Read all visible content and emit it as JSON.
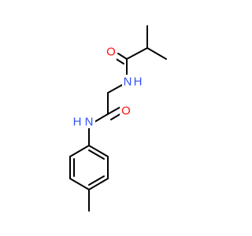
{
  "molecule": {
    "colors": {
      "bond": "#000000",
      "oxygen": "#ff0d0d",
      "nitrogen": "#3050f8",
      "background": "#ffffff"
    },
    "atoms": [
      {
        "id": "o-top",
        "label": "O",
        "element": "O"
      },
      {
        "id": "n-top",
        "label": "N",
        "element": "N"
      },
      {
        "id": "h-top",
        "label": "H",
        "element": "N"
      },
      {
        "id": "o-mid",
        "label": "O",
        "element": "O"
      },
      {
        "id": "n-mid",
        "label": "N",
        "element": "N"
      },
      {
        "id": "h-mid",
        "label": "H",
        "element": "N"
      }
    ]
  }
}
